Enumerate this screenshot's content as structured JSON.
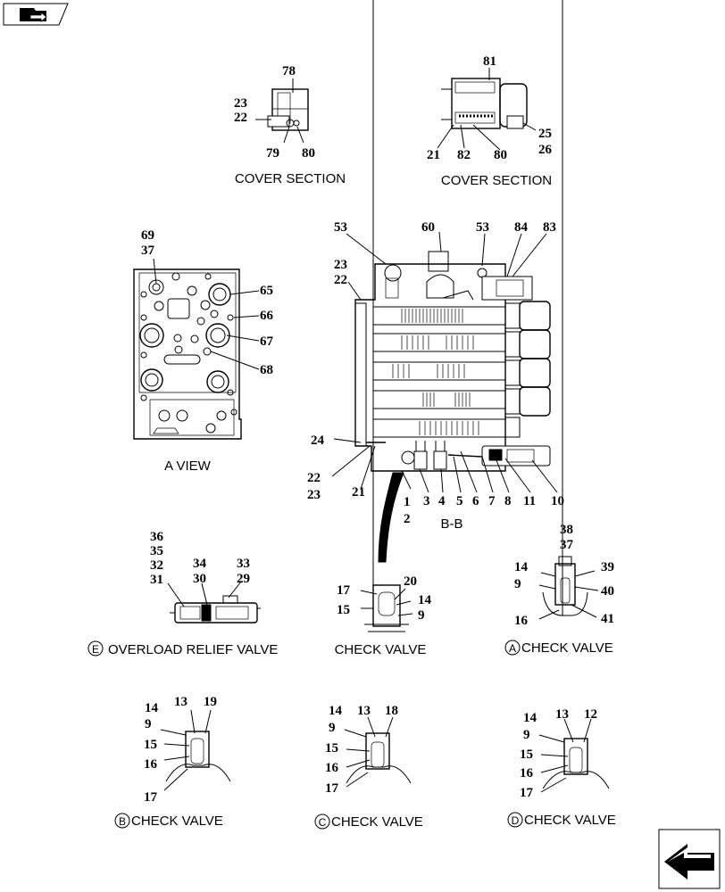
{
  "navigation": {
    "top_left_icon": "folder-arrow-icon",
    "bottom_right_icon": "next-page-arrow-icon"
  },
  "captions": {
    "cover_section_left": "COVER SECTION",
    "cover_section_right": "COVER SECTION",
    "a_view": "A VIEW",
    "bb": "B-B",
    "overload_relief_valve": "OVERLOAD RELIEF VALVE",
    "check_valve_plain": "CHECK VALVE",
    "check_valve_a": "CHECK VALVE",
    "check_valve_b": "CHECK VALVE",
    "check_valve_c": "CHECK VALVE",
    "check_valve_d": "CHECK VALVE"
  },
  "markers": {
    "a": "A",
    "b": "B",
    "c": "C",
    "d": "D",
    "e": "E"
  },
  "callouts": {
    "cover_left": [
      "78",
      "23",
      "22",
      "79",
      "80"
    ],
    "cover_right": [
      "81",
      "25",
      "26",
      "21",
      "82",
      "80"
    ],
    "a_view": [
      "69",
      "37",
      "65",
      "66",
      "67",
      "68"
    ],
    "main_top": [
      "53",
      "60",
      "53",
      "84",
      "83",
      "23",
      "22"
    ],
    "main_bottom": [
      "24",
      "22",
      "23",
      "21",
      "1",
      "2",
      "3",
      "4",
      "5",
      "6",
      "7",
      "8",
      "11",
      "10"
    ],
    "overload_relief": [
      "36",
      "35",
      "32",
      "31",
      "34",
      "30",
      "33",
      "29"
    ],
    "check_valve_plain": [
      "17",
      "15",
      "20",
      "14",
      "9"
    ],
    "check_valve_a": [
      "38",
      "37",
      "14",
      "9",
      "39",
      "40",
      "16",
      "41"
    ],
    "check_valve_b": [
      "14",
      "9",
      "13",
      "19",
      "15",
      "16",
      "17"
    ],
    "check_valve_c": [
      "14",
      "9",
      "13",
      "18",
      "15",
      "16",
      "17"
    ],
    "check_valve_d": [
      "14",
      "9",
      "13",
      "12",
      "15",
      "16",
      "17"
    ]
  }
}
